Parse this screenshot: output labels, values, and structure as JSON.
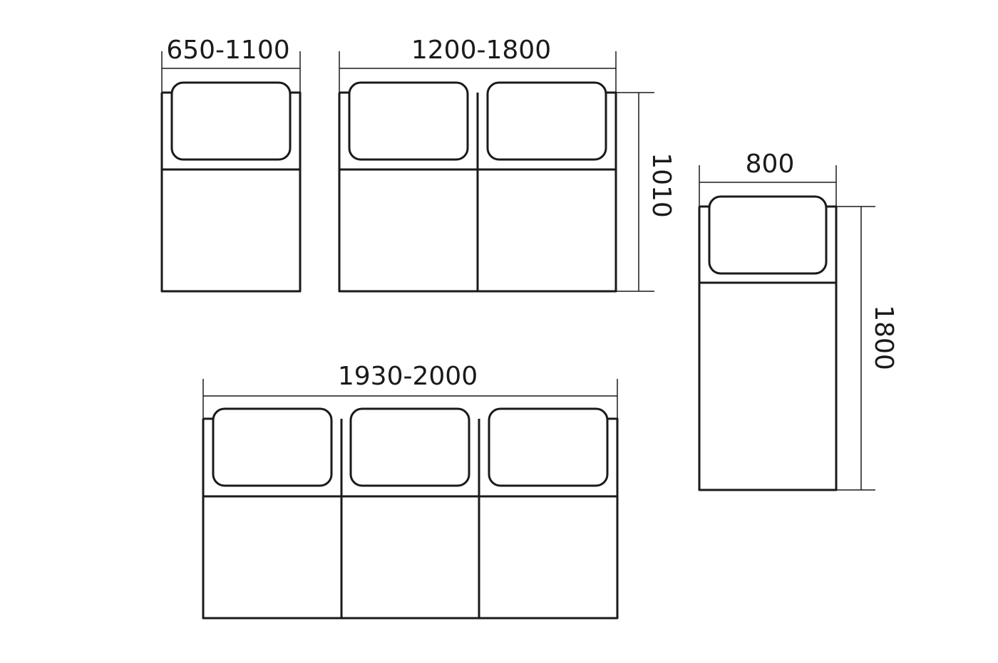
{
  "dimensions": {
    "single_width": "650-1100",
    "double_width": "1200-1800",
    "sofa_height": "1010",
    "bed_width": "800",
    "bed_length": "1800",
    "triple_width": "1930-2000"
  },
  "colors": {
    "line": "#1a1a1a",
    "background": "#ffffff"
  }
}
